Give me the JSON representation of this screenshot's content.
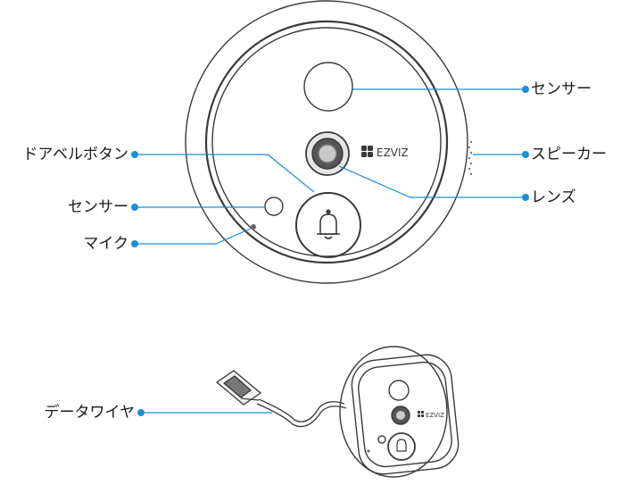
{
  "brand": "EZVIZ",
  "colors": {
    "accent": "#1b8fd8",
    "stroke": "#3a3a3a",
    "background": "#ffffff"
  },
  "labels": {
    "sensor_top": "センサー",
    "speaker": "スピーカー",
    "lens": "レンズ",
    "doorbell_button": "ドアベルボタン",
    "sensor_left": "センサー",
    "mic": "マイク",
    "data_wire": "データワイヤ"
  },
  "icons": {
    "bell": "bell-icon",
    "logo": "ezviz-logo-icon"
  }
}
